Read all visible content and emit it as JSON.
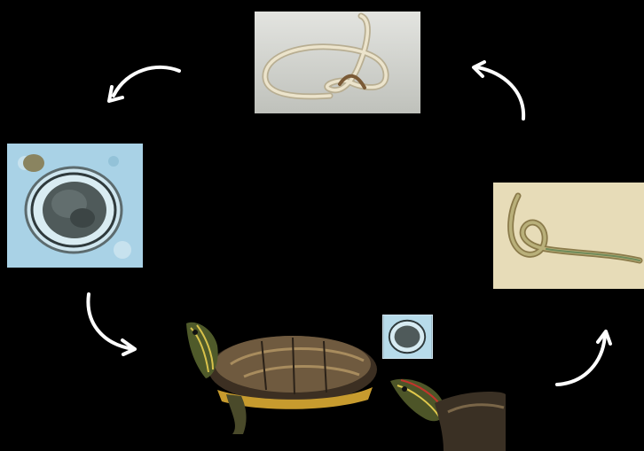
{
  "diagram": {
    "stages": [
      {
        "id": "adult-worm",
        "icon": "adult-nematode-image"
      },
      {
        "id": "egg-large",
        "icon": "nematode-egg-micrograph"
      },
      {
        "id": "larva",
        "icon": "nematode-larva-micrograph"
      },
      {
        "id": "turtle-hosts",
        "icon": "red-eared-slider-turtles-image"
      },
      {
        "id": "egg-small",
        "icon": "nematode-egg-micrograph-inset"
      }
    ],
    "arrows": [
      "arrow-adult-to-egg",
      "arrow-egg-to-host",
      "arrow-host-to-larva",
      "arrow-larva-to-adult"
    ],
    "colors": {
      "background": "#000000",
      "arrow": "#ffffff",
      "egg_bg": "#a9d2e6",
      "larva_bg": "#e7dcb8",
      "worm_bg": "#d5d7d2"
    }
  }
}
